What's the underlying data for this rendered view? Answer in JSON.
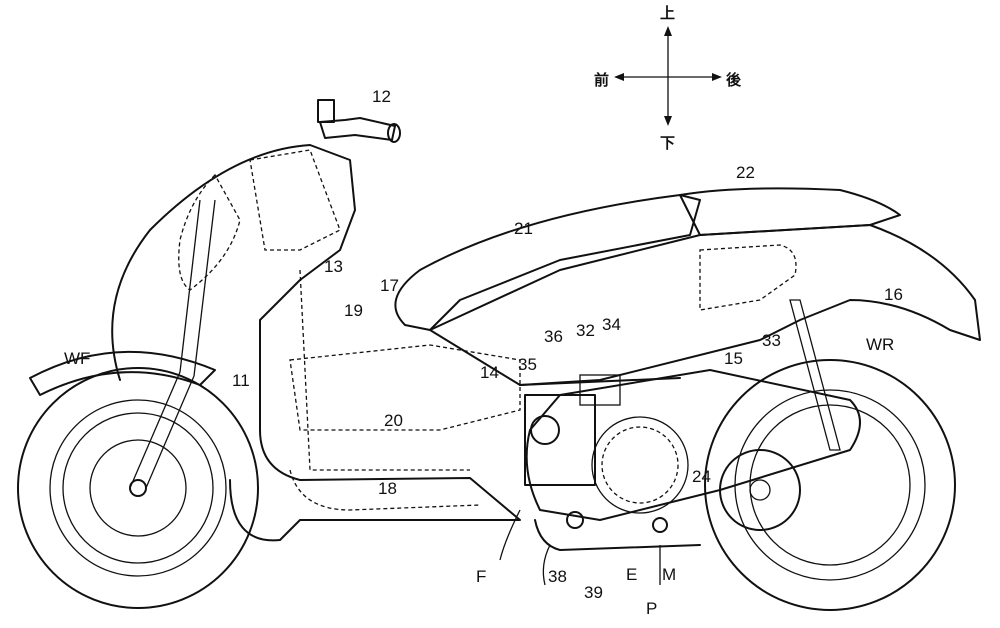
{
  "figure": {
    "type": "patent drawing",
    "subject": "scooter side view",
    "directions": {
      "up": "上",
      "down": "下",
      "front": "前",
      "rear": "後"
    },
    "labels": {
      "l12": "12",
      "l13": "13",
      "l11": "11",
      "lWF": "WF",
      "l17": "17",
      "l19": "19",
      "l20": "20",
      "l18": "18",
      "l21": "21",
      "l22": "22",
      "l16": "16",
      "l33": "33",
      "lWR": "WR",
      "l15": "15",
      "l14": "14",
      "l35": "35",
      "l36": "36",
      "l32": "32",
      "l34": "34",
      "l24": "24",
      "lF": "F",
      "l38": "38",
      "l39": "39",
      "lE": "E",
      "lM": "M",
      "lP": "P"
    }
  }
}
